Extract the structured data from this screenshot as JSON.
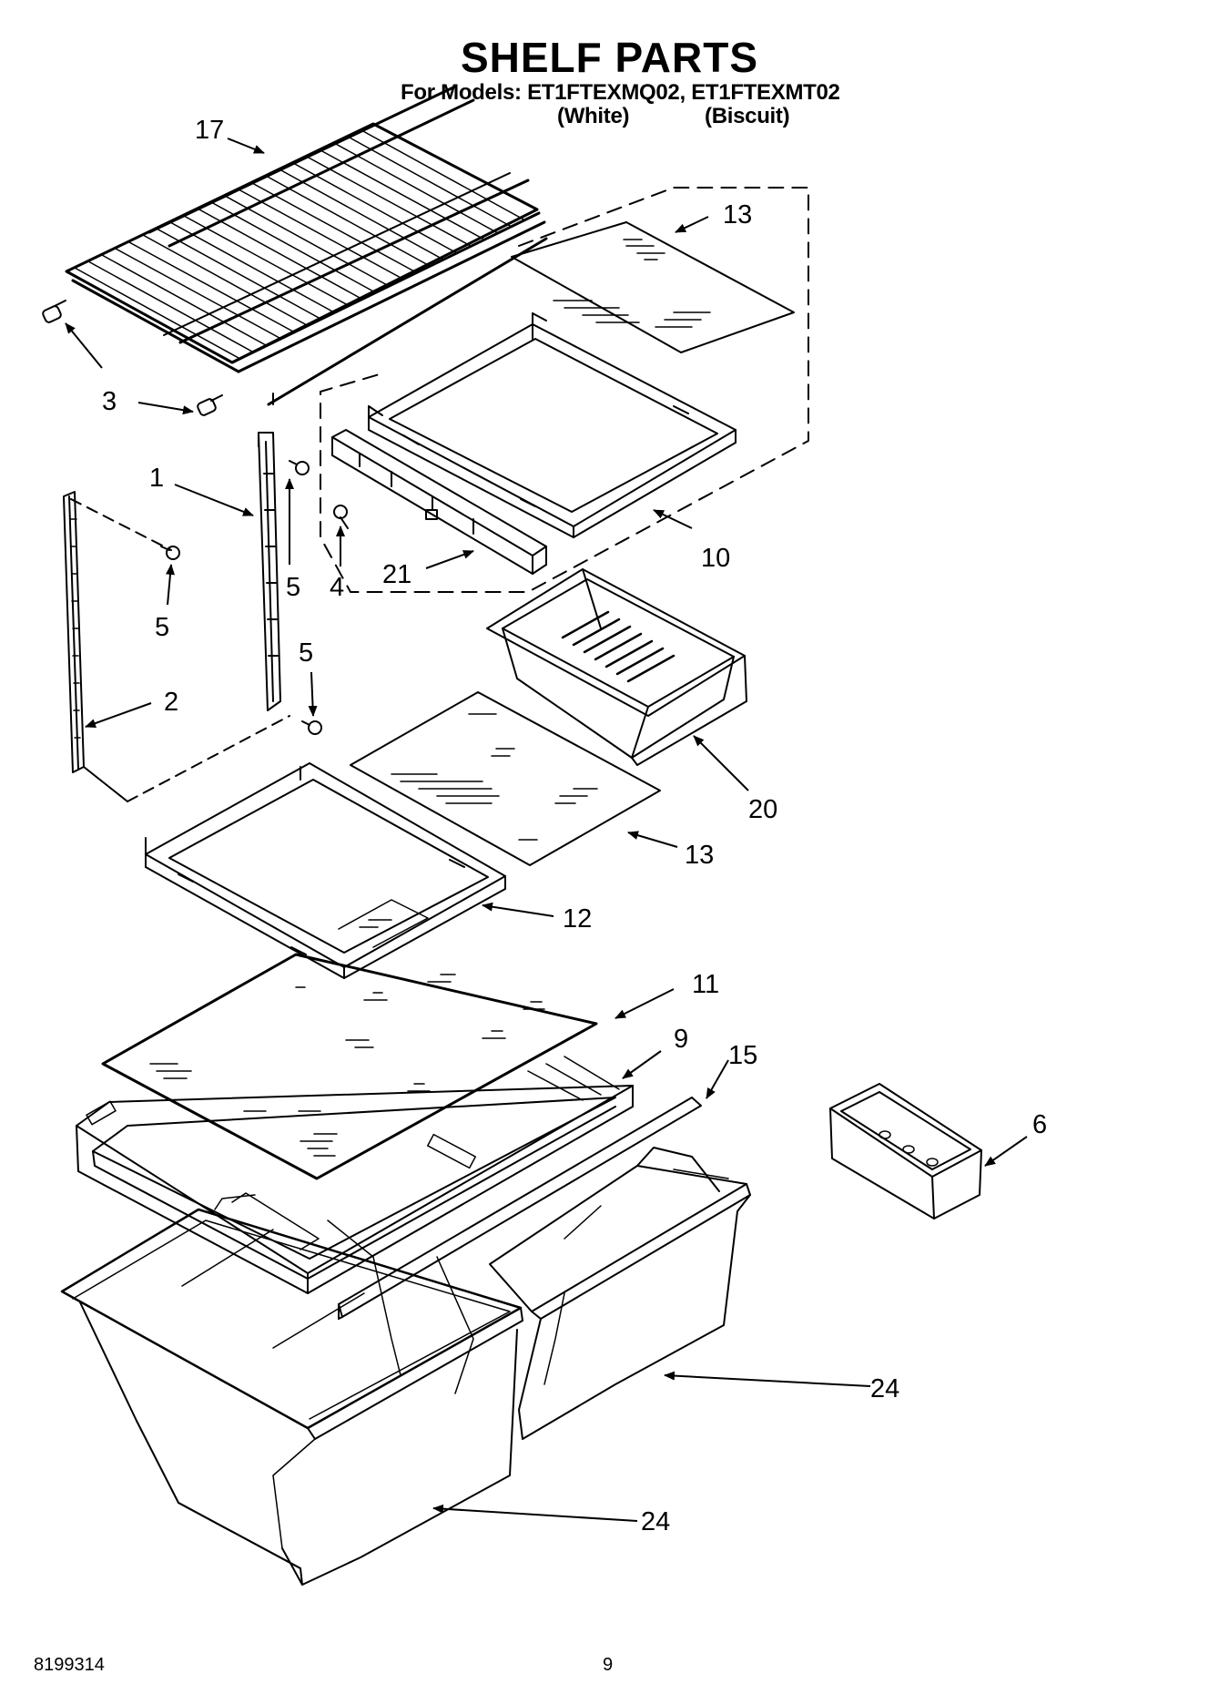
{
  "header": {
    "title": "SHELF PARTS",
    "models_line": "For Models: ET1FTEXMQ02, ET1FTEXMT02",
    "variant_white": "(White)",
    "variant_biscuit": "(Biscuit)"
  },
  "callouts": {
    "c17": "17",
    "c13_top": "13",
    "c3_left": "3",
    "c3_lower": "3",
    "c1": "1",
    "c5_left": "5",
    "c5_mid": "5",
    "c4": "4",
    "c21": "21",
    "c10": "10",
    "c5_bottom": "5",
    "c2": "2",
    "c20": "20",
    "c13_lower": "13",
    "c12": "12",
    "c11": "11",
    "c9": "9",
    "c15": "15",
    "c6": "6",
    "c24_right": "24",
    "c24_lower": "24"
  },
  "footer": {
    "doc_number": "8199314",
    "page_number": "9"
  }
}
